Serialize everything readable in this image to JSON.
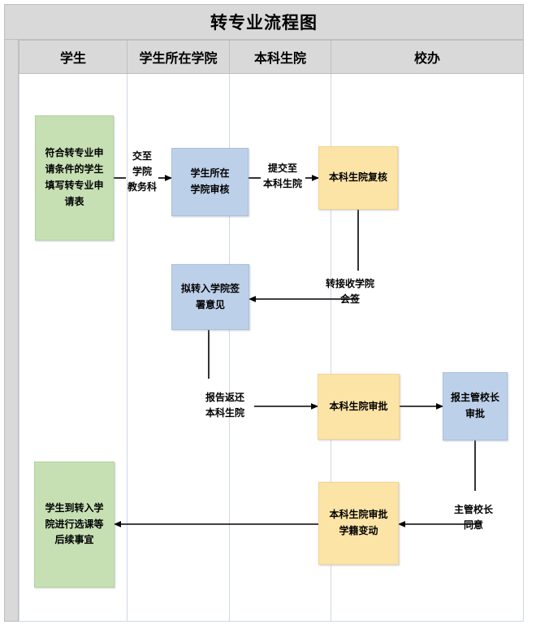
{
  "header": {
    "title": "转专业流程图"
  },
  "lanes": [
    {
      "label": "学生"
    },
    {
      "label": "学生所在学院"
    },
    {
      "label": "本科生院"
    },
    {
      "label": "校办"
    }
  ],
  "chart_data": {
    "type": "diagram",
    "title": "转专业流程图",
    "diagram_kind": "swimlane-flowchart",
    "lanes": [
      "学生",
      "学生所在学院",
      "本科生院",
      "校办"
    ],
    "colors": {
      "green": "#c6e0b4",
      "blue": "#bdd0e9",
      "yellow": "#fce4a6",
      "header_band": "#d9d9d9",
      "lane_border": "#cfd9e4",
      "connector": "#000000"
    },
    "nodes": [
      {
        "id": "n1",
        "lane": "学生",
        "color": "green",
        "text": "符合转专业申\n请条件的学生\n填写转专业申\n请表"
      },
      {
        "id": "n2",
        "lane": "学生所在学院",
        "color": "blue",
        "text": "学生所在\n学院审核"
      },
      {
        "id": "n3",
        "lane": "本科生院",
        "color": "yellow",
        "text": "本科生院复核"
      },
      {
        "id": "n4",
        "lane": "学生所在学院",
        "color": "blue",
        "text": "拟转入学院签\n署意见"
      },
      {
        "id": "n5",
        "lane": "本科生院",
        "color": "yellow",
        "text": "本科生院审批"
      },
      {
        "id": "n6",
        "lane": "校办",
        "color": "blue",
        "text": "报主管校长\n审批"
      },
      {
        "id": "n7",
        "lane": "本科生院",
        "color": "yellow",
        "text": "本科生院审批\n学籍变动"
      },
      {
        "id": "n8",
        "lane": "学生",
        "color": "green",
        "text": "学生到转入学\n院进行选课等\n后续事宜"
      }
    ],
    "edges": [
      {
        "from": "n1",
        "to": "n2",
        "label": "交至\n学院\n教务科"
      },
      {
        "from": "n2",
        "to": "n3",
        "label": "提交至\n本科生院"
      },
      {
        "from": "n3",
        "to": "n4",
        "label": "转接收学院\n会签"
      },
      {
        "from": "n4",
        "to": "n5",
        "label": "报告返还\n本科生院"
      },
      {
        "from": "n5",
        "to": "n6",
        "label": ""
      },
      {
        "from": "n6",
        "to": "n7",
        "label": "主管校长\n同意"
      },
      {
        "from": "n7",
        "to": "n8",
        "label": ""
      }
    ]
  }
}
